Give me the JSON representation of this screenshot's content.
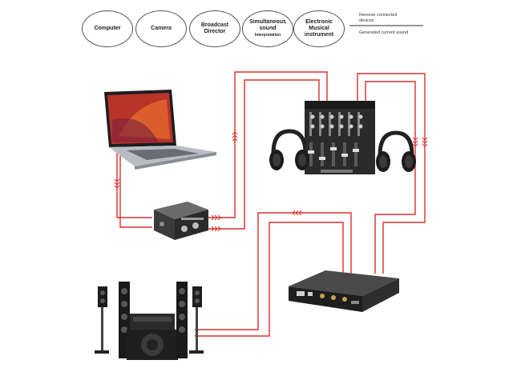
{
  "legend": {
    "categories": [
      {
        "label": "Computer"
      },
      {
        "label": "Camera"
      },
      {
        "label_line1": "Broadcast",
        "label_line2": "Director"
      },
      {
        "label_line1": "Simultaneous",
        "label_line2": "sound",
        "label_line3": "Interpretation"
      },
      {
        "label_line1": "Electronic",
        "label_line2": "Musical",
        "label_line3": "instrument"
      }
    ],
    "key": {
      "line1_text_a": "Remove connected",
      "line1_text_b": "devices",
      "line2_text": "Generated current sound"
    }
  },
  "colors": {
    "cable": "#d9302c",
    "device_dark": "#2a2a2a",
    "device_mid": "#4a4a4a",
    "laptop_screen": "#c0392b"
  },
  "devices": {
    "laptop": "laptop-icon",
    "di_box": "di-box-icon",
    "mixer": "audio-mixer-icon",
    "headphones": "headphones-icon",
    "speakers": "home-theater-speakers-icon",
    "converter": "audio-converter-box-icon"
  }
}
